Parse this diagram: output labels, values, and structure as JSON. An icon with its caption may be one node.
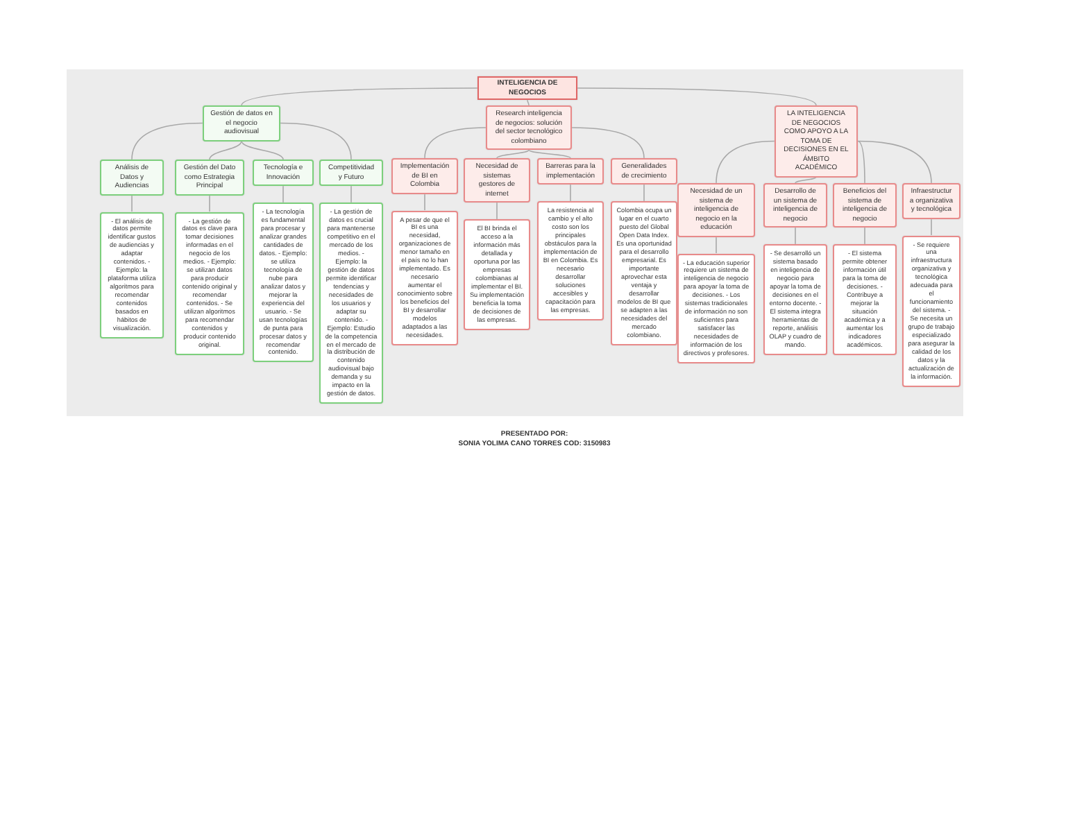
{
  "diagram": {
    "nodes": [
      {
        "text": [
          "INTELIGENCIA DE NEGOCIOS"
        ]
      },
      {
        "text": [
          "Gestión de datos en el negocio audiovisual"
        ]
      },
      {
        "text": [
          "Análisis de Datos y Audiencias"
        ]
      },
      {
        "text": [
          "Gestión del Dato como Estrategia Principal"
        ]
      },
      {
        "text": [
          "Tecnología e Innovación"
        ]
      },
      {
        "text": [
          "Competitividad y Futuro"
        ]
      },
      {
        "text": [
          "- El análisis de datos permite identificar gustos de audiencias y adaptar contenidos. - Ejemplo: la plataforma utiliza algoritmos para recomendar contenidos basados en hábitos de visualización."
        ]
      },
      {
        "text": [
          "- La gestión de datos es clave para tomar decisiones informadas en el negocio de los medios. - Ejemplo: se utilizan datos para producir contenido original y recomendar contenidos. - Se utilizan algoritmos para recomendar contenidos y producir contenido original."
        ]
      },
      {
        "text": [
          "- La tecnología es fundamental para procesar y analizar grandes cantidades de datos. - Ejemplo: se utiliza tecnología de nube para analizar datos y mejorar la experiencia del usuario. - Se usan tecnologías de punta para procesar datos y recomendar contenido."
        ]
      },
      {
        "text": [
          "- La gestión de datos es crucial para mantenerse competitivo en el mercado de los medios. - Ejemplo: la gestión de datos permite identificar tendencias y necesidades de los usuarios y adaptar su contenido. - Ejemplo: Estudio de la competencia en el mercado de la distribución de contenido audiovisual bajo demanda y su impacto en la gestión de datos."
        ]
      },
      {
        "text": [
          "Research inteligencia de negocios: solución del sector tecnológico colombiano"
        ]
      },
      {
        "text": [
          "Implementación de BI en Colombia"
        ]
      },
      {
        "text": [
          "Necesidad de sistemas gestores de internet"
        ]
      },
      {
        "text": [
          "Barreras para la implementación"
        ]
      },
      {
        "text": [
          "Generalidades de crecimiento"
        ]
      },
      {
        "text": [
          "A pesar de que el BI es una necesidad, organizaciones de menor tamaño en el país no lo han implementado. Es necesario aumentar el conocimiento sobre los beneficios del BI y desarrollar modelos adaptados a las necesidades."
        ]
      },
      {
        "text": [
          "El BI brinda el acceso a la información más detallada y oportuna por las empresas colombianas al implementar el BI. Su implementación beneficia la toma de decisiones de las empresas."
        ]
      },
      {
        "text": [
          "La resistencia al cambio y el alto costo son los principales obstáculos para la implementación de BI en Colombia. Es necesario desarrollar soluciones accesibles y capacitación para las empresas."
        ]
      },
      {
        "text": [
          "Colombia ocupa un lugar en el cuarto puesto del Global Open Data Index. Es una oportunidad para el desarrollo empresarial. Es importante aprovechar esta ventaja y desarrollar modelos de BI que se adapten a las necesidades del mercado colombiano."
        ]
      },
      {
        "text": [
          "LA INTELIGENCIA DE NEGOCIOS COMO APOYO A LA TOMA DE DECISIONES EN EL ÁMBITO ACADÉMICO"
        ]
      },
      {
        "text": [
          "Necesidad de un sistema de inteligencia de negocio en la educación"
        ]
      },
      {
        "text": [
          "Desarrollo de un sistema de inteligencia de negocio"
        ]
      },
      {
        "text": [
          "Beneficios del sistema de inteligencia de negocio"
        ]
      },
      {
        "text": [
          "Infraestructura organizativa y tecnológica"
        ]
      },
      {
        "text": [
          "- La educación superior requiere un sistema de inteligencia de negocio para apoyar la toma de decisiones. - Los sistemas tradicionales de información no son suficientes para satisfacer las necesidades de información de los directivos y profesores."
        ]
      },
      {
        "text": [
          "- Se desarrolló un sistema basado en inteligencia de negocio para apoyar la toma de decisiones en el entorno docente. - El sistema integra herramientas de reporte, análisis OLAP y cuadro de mando."
        ]
      },
      {
        "text": [
          "- El sistema permite obtener información útil para la toma de decisiones. - Contribuye a mejorar la situación académica y a aumentar los indicadores académicos."
        ]
      },
      {
        "text": [
          "- Se requiere una infraestructura organizativa y tecnológica adecuada para el funcionamiento del sistema. - Se necesita un grupo de trabajo especializado para asegurar la calidad de los datos y la actualización de la información."
        ]
      }
    ],
    "edges": [
      {
        "from": 0,
        "to": 1,
        "arrow": "none"
      },
      {
        "from": 0,
        "to": 10,
        "arrow": "none"
      },
      {
        "from": 0,
        "to": 19,
        "arrow": "none"
      },
      {
        "from": 1,
        "to": 2,
        "arrow": "none"
      },
      {
        "from": 1,
        "to": 3,
        "arrow": "none"
      },
      {
        "from": 1,
        "to": 4,
        "arrow": "none"
      },
      {
        "from": 1,
        "to": 5,
        "arrow": "none"
      },
      {
        "from": 2,
        "to": 6,
        "arrow": "none"
      },
      {
        "from": 3,
        "to": 7,
        "arrow": "none"
      },
      {
        "from": 4,
        "to": 8,
        "arrow": "none"
      },
      {
        "from": 5,
        "to": 9,
        "arrow": "none"
      },
      {
        "from": 10,
        "to": 11,
        "arrow": "none"
      },
      {
        "from": 10,
        "to": 12,
        "arrow": "none"
      },
      {
        "from": 10,
        "to": 13,
        "arrow": "none"
      },
      {
        "from": 10,
        "to": 14,
        "arrow": "none"
      },
      {
        "from": 11,
        "to": 15,
        "arrow": "none"
      },
      {
        "from": 12,
        "to": 16,
        "arrow": "none"
      },
      {
        "from": 13,
        "to": 17,
        "arrow": "none"
      },
      {
        "from": 14,
        "to": 18,
        "arrow": "none"
      },
      {
        "from": 19,
        "to": 20,
        "arrow": "none"
      },
      {
        "from": 19,
        "to": 21,
        "arrow": "none"
      },
      {
        "from": 19,
        "to": 22,
        "arrow": "none"
      },
      {
        "from": 19,
        "to": 23,
        "arrow": "none"
      },
      {
        "from": 20,
        "to": 24,
        "arrow": "none"
      },
      {
        "from": 21,
        "to": 25,
        "arrow": "none"
      },
      {
        "from": 22,
        "to": 26,
        "arrow": "none"
      },
      {
        "from": 23,
        "to": 27,
        "arrow": "none"
      }
    ],
    "labels": [
      "PRESENTADO POR:",
      "SONIA YOLIMA CANO TORRES COD: 3150983"
    ]
  }
}
